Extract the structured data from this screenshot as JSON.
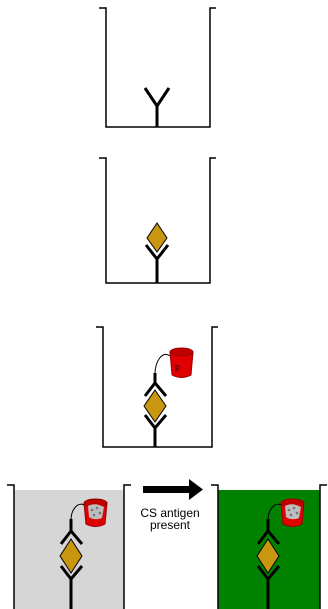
{
  "caption": {
    "line1": "CS antigen",
    "line2": "present"
  },
  "colors": {
    "line": "#000000",
    "antigen": "#C8960F",
    "bucket": "#E00000",
    "bucket_dark": "#9A0000",
    "solution_before": "#D6D6D6",
    "solution_after": "#008200",
    "arrow": "#000000"
  },
  "steps": [
    {
      "name": "capture-antibody-well"
    },
    {
      "name": "antigen-bound-well"
    },
    {
      "name": "detection-antibody-enzyme-well"
    },
    {
      "name": "substrate-before-well"
    },
    {
      "name": "color-change-well"
    }
  ]
}
